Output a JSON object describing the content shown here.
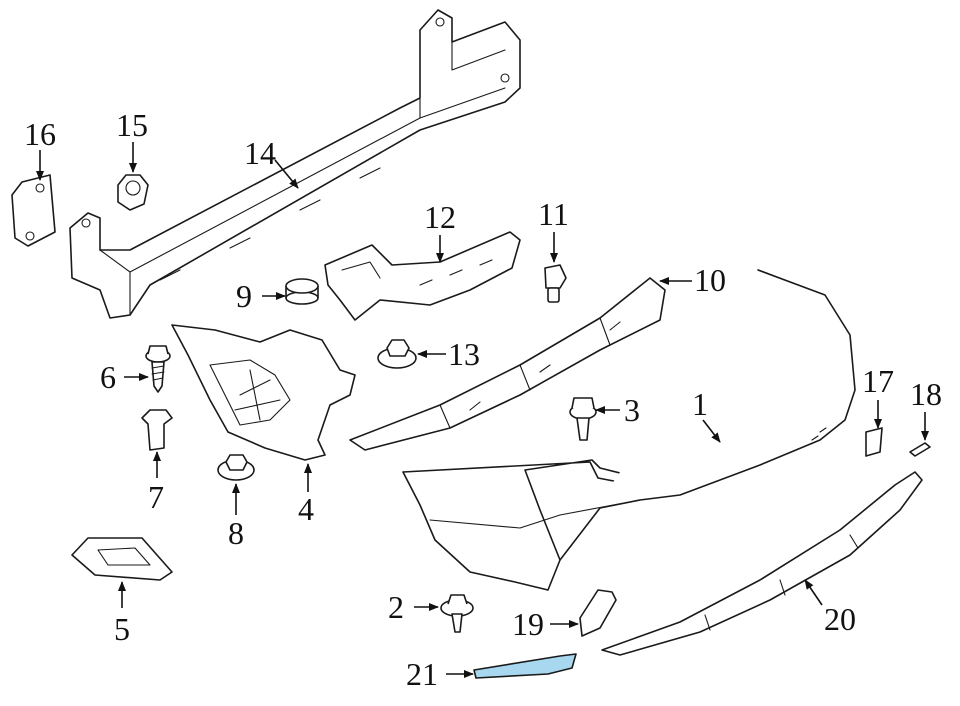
{
  "diagram": {
    "highlight_color": "#a8d8f0",
    "callouts": {
      "c1": "1",
      "c2": "2",
      "c3": "3",
      "c4": "4",
      "c5": "5",
      "c6": "6",
      "c7": "7",
      "c8": "8",
      "c9": "9",
      "c10": "10",
      "c11": "11",
      "c12": "12",
      "c13": "13",
      "c14": "14",
      "c15": "15",
      "c16": "16",
      "c17": "17",
      "c18": "18",
      "c19": "19",
      "c20": "20",
      "c21": "21"
    }
  }
}
